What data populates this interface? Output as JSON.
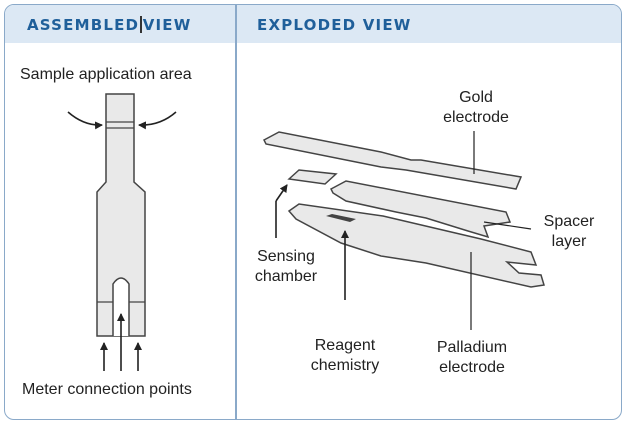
{
  "assembled": {
    "title_part1": "ASSEMBLED",
    "title_part2": "VIEW",
    "sample_label": "Sample application area",
    "meter_label": "Meter connection points"
  },
  "exploded": {
    "title": "EXPLODED VIEW",
    "gold_line1": "Gold",
    "gold_line2": "electrode",
    "spacer_line1": "Spacer",
    "spacer_line2": "layer",
    "sensing_line1": "Sensing",
    "sensing_line2": "chamber",
    "reagent_line1": "Reagent",
    "reagent_line2": "chemistry",
    "palladium_line1": "Palladium",
    "palladium_line2": "electrode"
  },
  "colors": {
    "header_bg": "#dce8f4",
    "header_text": "#1f5f9a",
    "border": "#8aa9c9",
    "strip_fill": "#e9e9e9",
    "strip_stroke": "#444444"
  }
}
